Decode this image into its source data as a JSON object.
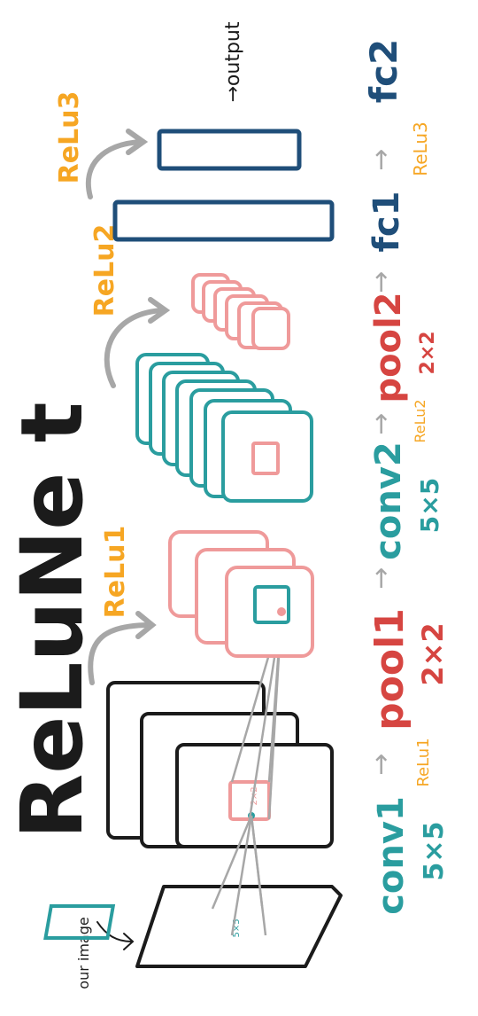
{
  "title": "ReLuNe t",
  "input_caption": "our image",
  "kernel_labels": {
    "conv1_kernel": "5×5",
    "pool1_kernel": "2×2"
  },
  "relu_labels": {
    "relu1": "ReLu1",
    "relu2": "ReLu2",
    "relu3": "ReLu3"
  },
  "output_label": "→output",
  "pipeline": {
    "conv1": "conv1",
    "conv1_size": "5×5",
    "arrow": "→",
    "pool1": "pool1",
    "pool1_size": "2×2",
    "relu_after_conv1": "ReLu1",
    "conv2": "conv2",
    "conv2_size": "5×5",
    "pool2": "pool2",
    "pool2_size": "2×2",
    "relu_after_conv2": "ReLu2",
    "fc1": "fc1",
    "fc2": "fc2",
    "relu_after_fc1": "ReLu3"
  },
  "colors": {
    "ink": "#1b1b1b",
    "teal": "#2a9d9f",
    "pink": "#ef9a9a",
    "red": "#d64541",
    "orange": "#f6a623",
    "navy": "#1f4e79",
    "gray": "#a7a7a7"
  }
}
